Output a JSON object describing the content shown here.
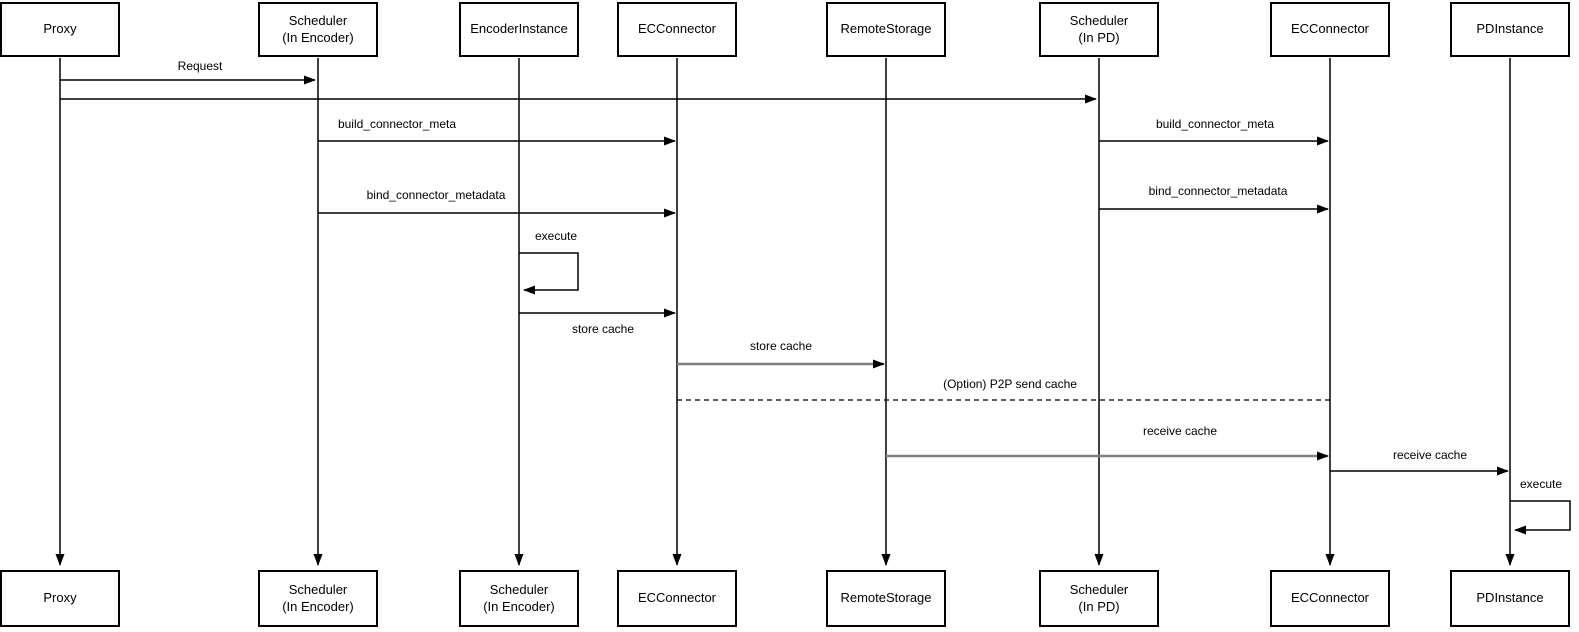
{
  "diagram": {
    "type": "sequence-diagram",
    "background_color": "#ffffff",
    "colors": {
      "stroke": "#000000",
      "muted_line": "#808080",
      "text": "#000000",
      "box_fill": "#ffffff"
    },
    "actors": [
      {
        "top_label": "Proxy",
        "bottom_label": "Proxy"
      },
      {
        "top_label": "Scheduler\n(In Encoder)",
        "bottom_label": "Scheduler\n(In Encoder)"
      },
      {
        "top_label": "EncoderInstance",
        "bottom_label": "Scheduler\n(In Encoder)"
      },
      {
        "top_label": "ECConnector",
        "bottom_label": "ECConnector"
      },
      {
        "top_label": "RemoteStorage",
        "bottom_label": "RemoteStorage"
      },
      {
        "top_label": "Scheduler\n(In PD)",
        "bottom_label": "Scheduler\n(In PD)"
      },
      {
        "top_label": "ECConnector",
        "bottom_label": "ECConnector"
      },
      {
        "top_label": "PDInstance",
        "bottom_label": "PDInstance"
      }
    ],
    "messages": [
      {
        "label": "Request",
        "from": "Proxy",
        "to": "Scheduler (In Encoder)",
        "style": "solid-arrow"
      },
      {
        "label": "",
        "from": "Proxy",
        "to": "Scheduler (In PD)",
        "style": "solid-arrow"
      },
      {
        "label": "build_connector_meta",
        "from": "Scheduler (In Encoder)",
        "to": "ECConnector",
        "style": "solid-arrow"
      },
      {
        "label": "build_connector_meta",
        "from": "Scheduler (In PD)",
        "to": "ECConnector",
        "style": "solid-arrow"
      },
      {
        "label": "bind_connector_metadata",
        "from": "Scheduler (In Encoder)",
        "to": "ECConnector",
        "style": "solid-arrow"
      },
      {
        "label": "bind_connector_metadata",
        "from": "Scheduler (In PD)",
        "to": "ECConnector",
        "style": "solid-arrow"
      },
      {
        "label": "execute",
        "from": "EncoderInstance",
        "to": "EncoderInstance",
        "style": "self-loop"
      },
      {
        "label": "store cache",
        "from": "EncoderInstance",
        "to": "ECConnector",
        "style": "solid-arrow"
      },
      {
        "label": "store cache",
        "from": "ECConnector",
        "to": "RemoteStorage",
        "style": "solid-arrow-gray"
      },
      {
        "label": "(Option) P2P send cache",
        "from": "ECConnector",
        "to": "ECConnector",
        "style": "dashed-no-arrow"
      },
      {
        "label": "receive cache",
        "from": "RemoteStorage",
        "to": "ECConnector",
        "style": "solid-arrow-gray"
      },
      {
        "label": "receive cache",
        "from": "ECConnector",
        "to": "PDInstance",
        "style": "solid-arrow"
      },
      {
        "label": "execute",
        "from": "PDInstance",
        "to": "PDInstance",
        "style": "self-loop"
      }
    ]
  }
}
